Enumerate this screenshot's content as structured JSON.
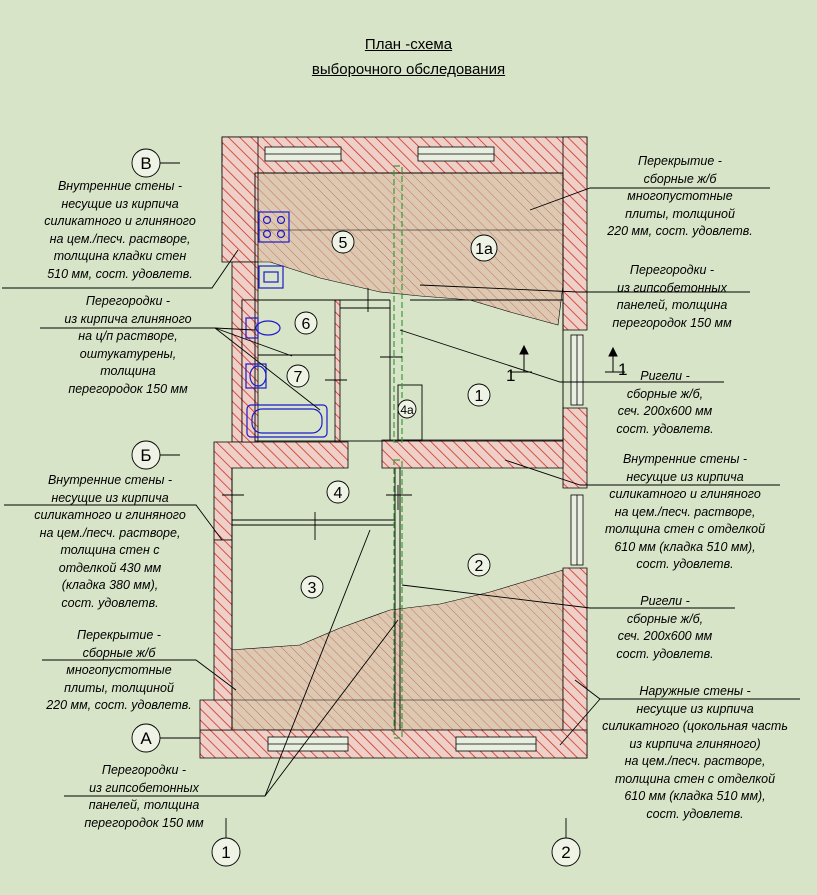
{
  "title": {
    "line1": "План -схема",
    "line2": "выборочного обследования"
  },
  "axes": {
    "v": "В",
    "b": "Б",
    "a": "А",
    "one": "1",
    "two": "2"
  },
  "rooms": {
    "r1": "1",
    "r1a": "1а",
    "r2": "2",
    "r3": "3",
    "r4": "4",
    "r4a": "4а",
    "r5": "5",
    "r6": "6",
    "r7": "7"
  },
  "section_marks": {
    "left": "1",
    "right": "1"
  },
  "notes": {
    "internal_walls_top": "Внутренние стены -\nнесущие из кирпича\nсиликатного и глиняного\nна цем./песч. растворе,\nтолщина кладки стен\n510 мм, сост. удовлетв.",
    "partitions_brick": "Перегородки -\nиз кирпича глиняного\nна ц/п растворе,\nоштукатурены,\nтолщина\nперегородок 150 мм",
    "internal_walls_left": "Внутренние стены -\nнесущие из кирпича\nсиликатного и глиняного\nна цем./песч. растворе,\nтолщина стен с\nотделкой 430 мм\n(кладка 380 мм),\nсост. удовлетв.",
    "floor_slab_left": "Перекрытие -\nсборные ж/б\nмногопустотные\nплиты, толщиной\n220 мм, сост. удовлетв.",
    "partitions_gypsum_bottom": "Перегородки -\nиз гипсобетонных\nпанелей, толщина\nперегородок 150 мм",
    "floor_slab_right": "Перекрытие -\nсборные ж/б\nмногопустотные\nплиты, толщиной\n220 мм, сост. удовлетв.",
    "partitions_gypsum_right": "Перегородки -\nиз гипсобетонных\nпанелей, толщина\nперегородок 150 мм",
    "girders_1": "Ригели -\nсборные ж/б,\nсеч. 200х600 мм\nсост. удовлетв.",
    "internal_walls_right": "Внутренние стены -\nнесущие из кирпича\nсиликатного и глиняного\nна цем./песч. растворе,\nтолщина стен с отделкой\n610 мм (кладка 510 мм),\nсост. удовлетв.",
    "girders_2": "Ригели -\nсборные ж/б,\nсеч. 200х600 мм\nсост. удовлетв.",
    "external_walls": "Наружные стены -\nнесущие из кирпича\nсиликатного (цокольная часть\nиз кирпича глиняного)\nна цем./песч. растворе,\nтолщина стен с отделкой\n610 мм (кладка 510 мм),\nсост. удовлетв."
  }
}
